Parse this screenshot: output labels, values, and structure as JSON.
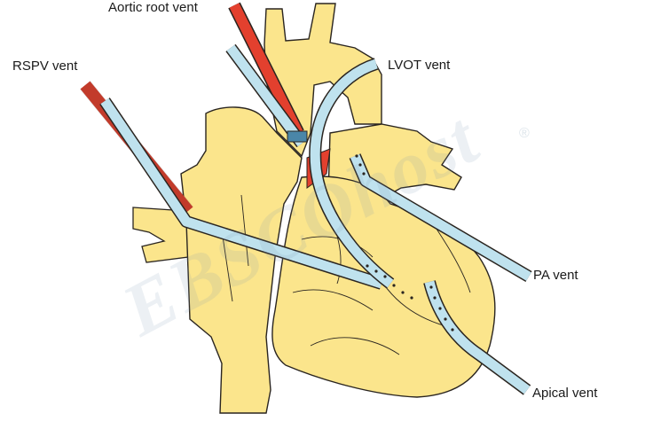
{
  "labels": {
    "aortic_root_vent": "Aortic root vent",
    "rspv_vent": "RSPV vent",
    "lvot_vent": "LVOT vent",
    "pa_vent": "PA vent",
    "apical_vent": "Apical vent"
  },
  "watermark": {
    "text": "EBSCOhost",
    "mark": "®"
  },
  "colors": {
    "heart_fill": "#fbe58c",
    "outline": "#2a2520",
    "cannula_blue": "#bfe2ee",
    "cannula_red": "#e3402e",
    "background": "#ffffff"
  }
}
